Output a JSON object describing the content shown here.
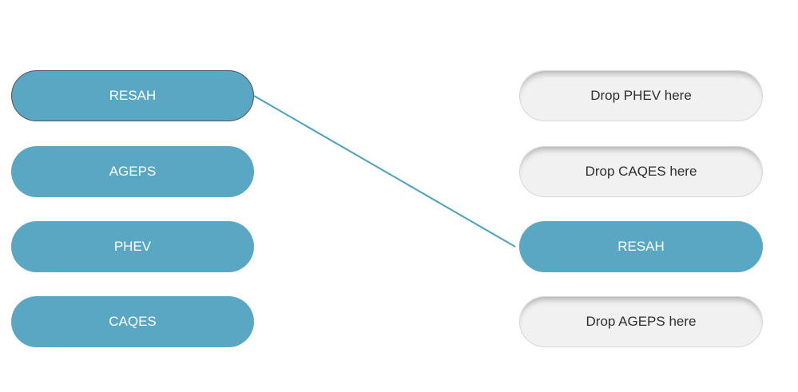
{
  "page": {
    "background": "#ffffff",
    "kind": "matching-drag-and-drop-question"
  },
  "colors": {
    "item_fill": "#5aa7c4",
    "item_text": "#ffffff",
    "selected_border": "#4a5560",
    "slot_fill": "#f1f1f1",
    "slot_border": "#d7d7d7",
    "slot_text": "#2f2f2f",
    "connector": "#4aa0c2"
  },
  "drag_items": [
    {
      "label": "RESAH",
      "state": "selected"
    },
    {
      "label": "AGEPS",
      "state": "default"
    },
    {
      "label": "PHEV",
      "state": "default"
    },
    {
      "label": "CAQES",
      "state": "default"
    }
  ],
  "drop_slots": [
    {
      "label": "Drop PHEV here",
      "state": "empty"
    },
    {
      "label": "Drop CAQES here",
      "state": "empty"
    },
    {
      "label": "RESAH",
      "state": "filled"
    },
    {
      "label": "Drop AGEPS here",
      "state": "empty"
    }
  ],
  "connection": {
    "from_item_index": 0,
    "to_slot_index": 2
  }
}
